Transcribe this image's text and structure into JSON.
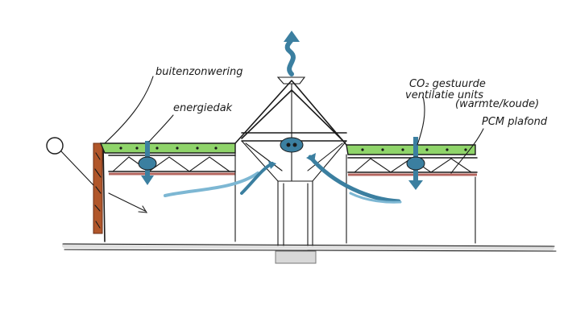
{
  "labels": {
    "sun_shading": "buitenzonwering",
    "energy_roof": "energiedak",
    "co2_line1": "CO₂ gestuurde",
    "co2_line2": "ventilatie units",
    "co2_line3": "(warmte/koude)",
    "pcm_ceiling": "PCM plafond"
  },
  "colors": {
    "blue": "#3b7fa0",
    "blue_light": "#7db7d3",
    "green_roof": "#8fd46a",
    "pcm_red": "#b5655e",
    "shading_brown": "#b0562a",
    "floor_grey": "#d8d8d8"
  },
  "icons": {
    "exhaust_arrow": "wavy-arrow-up-icon",
    "vent_unit": "ventilation-unit-icon",
    "sun": "sun-circle-icon"
  }
}
